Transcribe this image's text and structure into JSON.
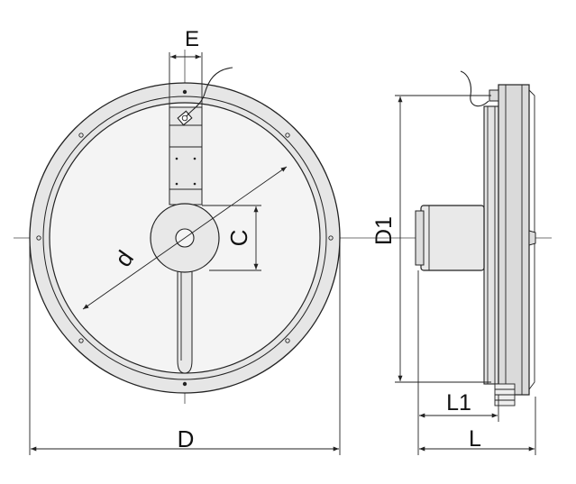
{
  "labels": {
    "E": "E",
    "C": "C",
    "d": "d",
    "D": "D",
    "D1": "D1",
    "L1": "L1",
    "L": "L"
  },
  "colors": {
    "line": "#222222",
    "face_fill": "#e6e6e6",
    "face_inner": "#f4f4f4",
    "motor_fill": "#e9e9e9",
    "plate_fill": "#dadada"
  }
}
